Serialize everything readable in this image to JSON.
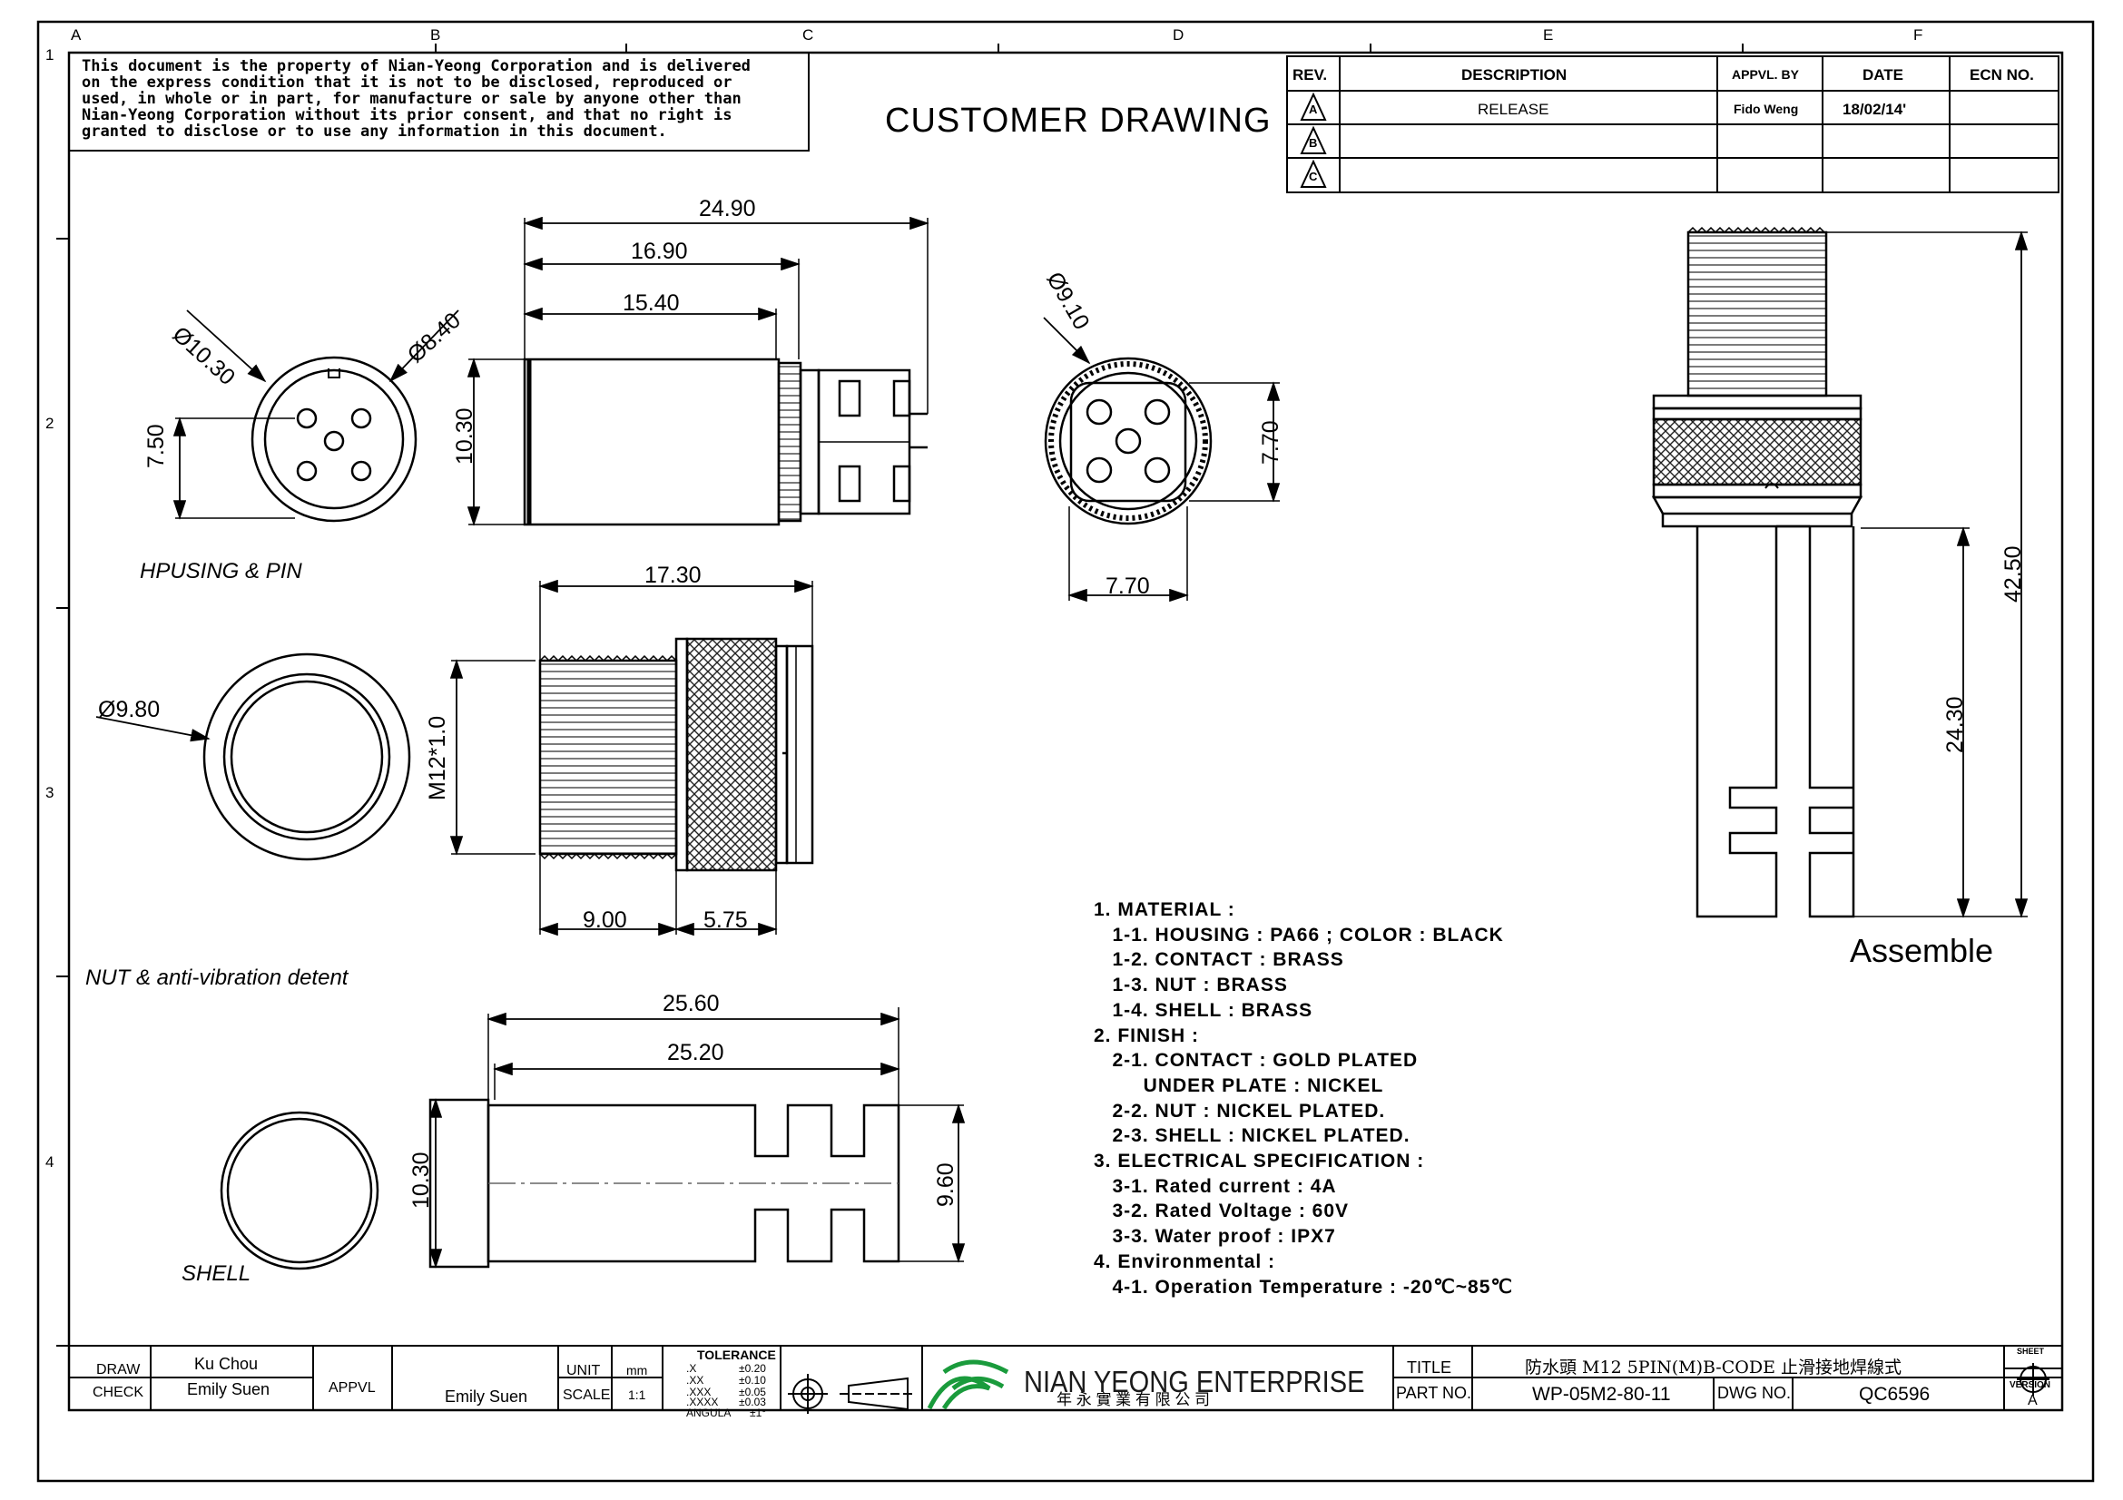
{
  "notice": [
    "This document is the property of Nian-Yeong Corporation and is delivered",
    "on  the  express condition that it is not to be disclosed, reproduced or",
    "used, in whole or in part, for manufacture or sale by anyone other than",
    "Nian-Yeong Corporation without  its prior consent, and that  no right  is",
    "granted to disclose or to use any information in this  document."
  ],
  "drawing_title": "CUSTOMER  DRAWING",
  "grid": {
    "columns": [
      "A",
      "B",
      "C",
      "D",
      "E",
      "F"
    ],
    "rows": [
      "1",
      "2",
      "3",
      "4"
    ]
  },
  "revision_table": {
    "headers": [
      "REV.",
      "DESCRIPTION",
      "APPVL. BY",
      "DATE",
      "ECN NO."
    ],
    "rows": [
      {
        "rev": "A",
        "description": "RELEASE",
        "appvl_by": "Fido Weng",
        "date": "18/02/14'",
        "ecn": ""
      },
      {
        "rev": "B",
        "description": "",
        "appvl_by": "",
        "date": "",
        "ecn": ""
      },
      {
        "rev": "C",
        "description": "",
        "appvl_by": "",
        "date": "",
        "ecn": ""
      }
    ]
  },
  "dimensions": {
    "housing_dia_outer": "Ø10.30",
    "housing_dia_inner": "Ø8.40",
    "housing_pin_height": "7.50",
    "side_len_total": "24.90",
    "side_len_mid": "16.90",
    "side_len_short": "15.40",
    "side_height": "10.30",
    "front_dia": "Ø9.10",
    "front_h": "7.70",
    "front_w": "7.70",
    "nut_dia": "Ø9.80",
    "nut_len": "17.30",
    "nut_thread": "M12*1.0",
    "nut_thread_len": "9.00",
    "nut_knurl_len": "5.75",
    "shell_len_total": "25.60",
    "shell_len_inner": "25.20",
    "shell_h_left": "10.30",
    "shell_h_right": "9.60",
    "assy_total": "42.50",
    "assy_body": "24.30"
  },
  "captions": {
    "housing": "HPUSING & PIN",
    "nut": "NUT & anti-vibration detent",
    "shell": "SHELL",
    "assemble": "Assemble"
  },
  "spec": [
    "1. MATERIAL :",
    "   1-1. HOUSING : PA66 ; COLOR : BLACK",
    "   1-2. CONTACT : BRASS",
    "   1-3. NUT : BRASS",
    "   1-4. SHELL : BRASS",
    "2. FINISH :",
    "   2-1. CONTACT : GOLD PLATED",
    "        UNDER PLATE : NICKEL",
    "   2-2. NUT : NICKEL PLATED.",
    "   2-3. SHELL : NICKEL PLATED.",
    "3. ELECTRICAL SPECIFICATION :",
    "   3-1. Rated current : 4A",
    "   3-2. Rated Voltage : 60V",
    "   3-3. Water proof : IPX7",
    "4. Environmental :",
    "   4-1. Operation Temperature : -20℃~85℃"
  ],
  "title_block": {
    "draw_label": "DRAW",
    "draw_value": "Ku Chou",
    "check_label": "CHECK",
    "check_value": "Emily Suen",
    "appvl_label": "APPVL",
    "appvl_value": "Emily Suen",
    "unit_label": "UNIT",
    "unit_value": "mm",
    "scale_label": "SCALE",
    "scale_value": "1:1",
    "tolerance_title": "TOLERANCE",
    "tolerance_rows": [
      {
        "k": ".X",
        "v": "±0.20"
      },
      {
        "k": ".XX",
        "v": "±0.10"
      },
      {
        "k": ".XXX",
        "v": "±0.05"
      },
      {
        "k": ".XXXX",
        "v": "±0.03"
      },
      {
        "k": "ANGULA",
        "v": "±1°"
      }
    ],
    "company_en": "NIAN YEONG ENTERPRISE",
    "company_zh": "年 永 實 業 有 限 公 司",
    "title_label": "TITLE",
    "title_value": "防水頭  M12  5PIN(M)B-CODE  止滑接地焊線式",
    "part_no_label": "PART NO.",
    "part_no_value": "WP-05M2-80-11",
    "dwg_no_label": "DWG NO.",
    "dwg_no_value": "QC6596",
    "sheet_label": "SHEET",
    "version_label": "VERSION",
    "version_value": "A"
  },
  "colors": {
    "ink": "#000000",
    "hatch": "#333333",
    "centerline": "#666666",
    "logo_green": "#1a9b3c"
  }
}
